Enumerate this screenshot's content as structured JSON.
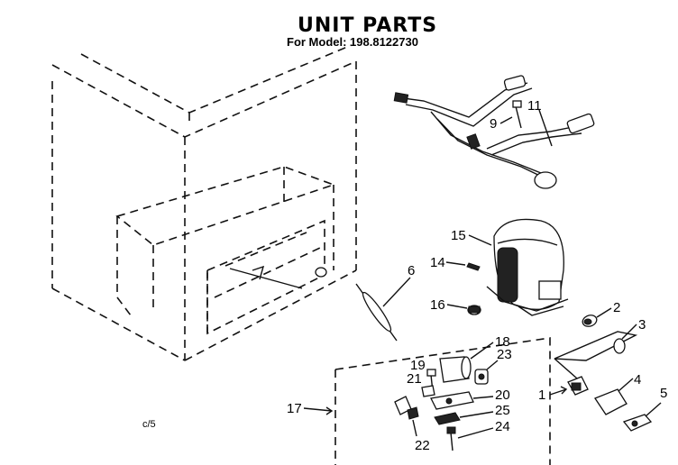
{
  "title": "UNIT PARTS",
  "model_line": "For Model: 198.8122730",
  "page_code": "c/5",
  "callouts": {
    "c1": "1",
    "c2": "2",
    "c3": "3",
    "c4": "4",
    "c5": "5",
    "c6": "6",
    "c9": "9",
    "c11": "11",
    "c14": "14",
    "c15": "15",
    "c16": "16",
    "c17": "17",
    "c18": "18",
    "c19": "19",
    "c20": "20",
    "c21": "21",
    "c22": "22",
    "c23": "23",
    "c24": "24",
    "c25": "25"
  }
}
